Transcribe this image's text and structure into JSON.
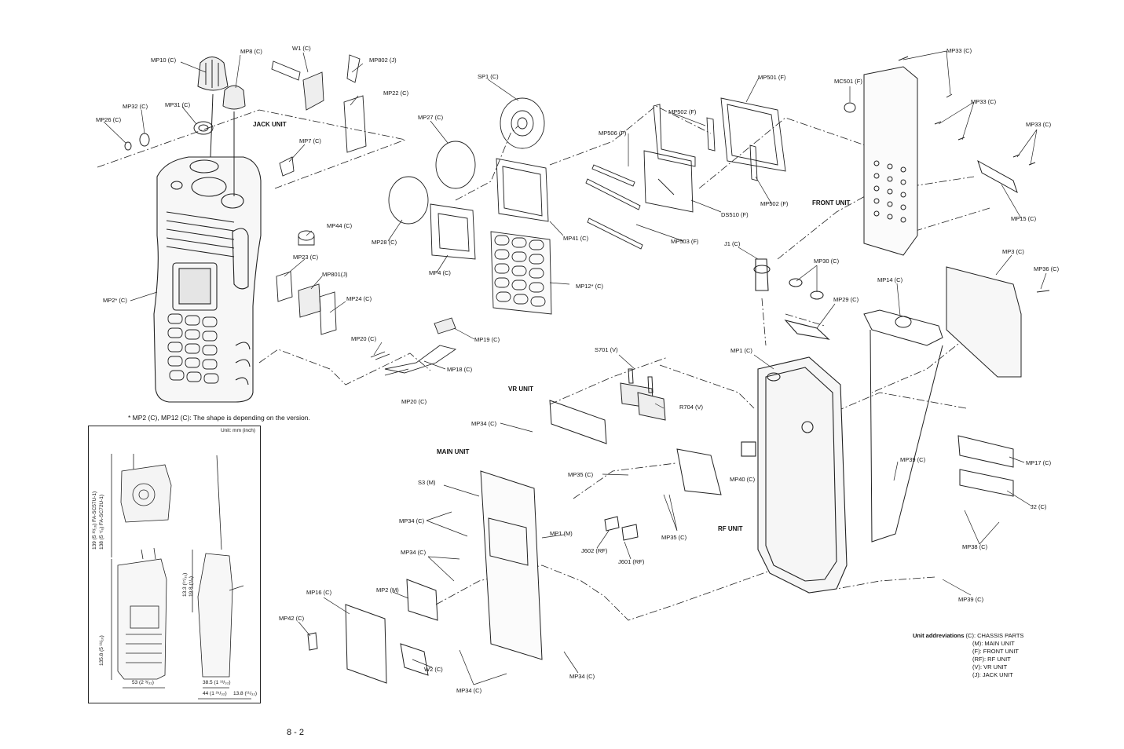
{
  "labels": {
    "mp10": "MP10 (C)",
    "mp8": "MP8 (C)",
    "w1": "W1 (C)",
    "mp802": "MP802 (J)",
    "mp22": "MP22 (C)",
    "mp32": "MP32 (C)",
    "mp31": "MP31 (C)",
    "mp26": "MP26 (C)",
    "mp7": "MP7 (C)",
    "mp44": "MP44 (C)",
    "mp23": "MP23 (C)",
    "mp801": "MP801(J)",
    "mp24": "MP24 (C)",
    "mp2star": "MP2* (C)",
    "mp20a": "MP20 (C)",
    "mp20b": "MP20 (C)",
    "mp19": "MP19 (C)",
    "mp18": "MP18 (C)",
    "sp1": "SP1 (C)",
    "mp27": "MP27 (C)",
    "mp28": "MP28 (C)",
    "mp4": "MP4 (C)",
    "mp41": "MP41 (C)",
    "mp12star": "MP12* (C)",
    "mp506": "MP506 (F)",
    "mp502a": "MP502 (F)",
    "mp501": "MP501 (F)",
    "mp502b": "MP502 (F)",
    "ds510": "DS510 (F)",
    "mp503": "MP503 (F)",
    "mc501": "MC501 (F)",
    "mp33a": "MP33 (C)",
    "mp33b": "MP33 (C)",
    "mp33c": "MP33 (C)",
    "mp15": "MP15 (C)",
    "j1": "J1 (C)",
    "mp30": "MP30 (C)",
    "mp29": "MP29 (C)",
    "mp14": "MP14 (C)",
    "mp3": "MP3 (C)",
    "mp36": "MP36 (C)",
    "mp1c": "MP1 (C)",
    "s701": "S701 (V)",
    "r704": "R704 (V)",
    "mp34a": "MP34 (C)",
    "mp35a": "MP35 (C)",
    "mp40": "MP40 (C)",
    "mp39a": "MP39 (C)",
    "mp17": "MP17 (C)",
    "j2": "J2 (C)",
    "mp38": "MP38 (C)",
    "s3": "S3 (M)",
    "mp34b": "MP34 (C)",
    "mp34c": "MP34 (C)",
    "mp1m": "MP1 (M)",
    "j602": "J602 (RF)",
    "j601": "J601 (RF)",
    "mp35b": "MP35 (C)",
    "mp2m": "MP2 (M)",
    "mp16": "MP16 (C)",
    "mp42": "MP42 (C)",
    "w2": "W2 (C)",
    "mp34d": "MP34 (C)",
    "mp34e": "MP34 (C)",
    "mp39b": "MP39 (C)"
  },
  "units": {
    "jack": "JACK UNIT",
    "vr": "VR UNIT",
    "main": "MAIN UNIT",
    "front": "FRONT UNIT",
    "rf": "RF UNIT"
  },
  "note": "* MP2 (C), MP12 (C): The shape is depending on the version.",
  "dimension_box": {
    "unit": "Unit: mm (inch)",
    "height_a": "139 (5 ¹³/₁₆) FA-SC57U-1)",
    "height_b": "138 (5 ⁷/₈) FA-SC72U-1)",
    "body_height": "135.8 (5 ¹¹/₁₆)",
    "side_a": "13.3 (¹⁷/₃₂)",
    "side_b": "19.8 (⁵/₈)",
    "width": "53 (2 ³/₃₂)",
    "depth_a": "38.5 (1 ¹³/₃₂)",
    "depth_b": "44 (1 ²⁵/₃₂)",
    "depth_c": "13.8 (¹¹/₃₂)"
  },
  "legend": {
    "title": "Unit addreviations",
    "rows": [
      "(C): CHASSIS PARTS",
      "(M): MAIN UNIT",
      "(F):  FRONT UNIT",
      "(RF): RF UNIT",
      "(V):  VR UNIT",
      "(J):  JACK UNIT"
    ]
  },
  "page_number": "8 - 2"
}
